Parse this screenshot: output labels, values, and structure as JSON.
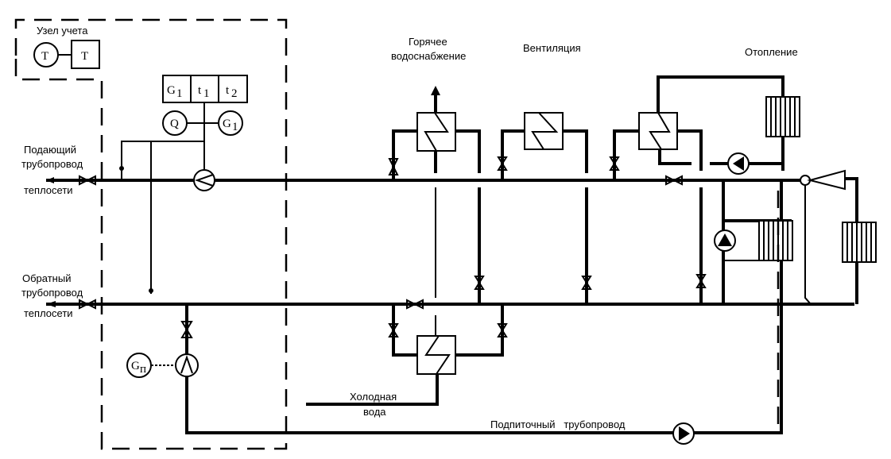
{
  "metering_unit": {
    "title": "Узел учета",
    "sensor_circle": "T",
    "sensor_box": "T"
  },
  "meter_panel": [
    "G",
    "t",
    "t"
  ],
  "meter_panel_subscripts": [
    "1",
    "1",
    "2"
  ],
  "heat_meter_circle": "Q",
  "flow_meter_circle": "G",
  "flow_meter_subscript": "1",
  "makeup_meter": "G",
  "makeup_meter_subscript": "п",
  "labels": {
    "supply_line": [
      "Подающий",
      "трубопровод",
      "теплосети"
    ],
    "return_line": [
      "Обратный",
      "трубопровод",
      "теплосети"
    ],
    "hot_water": [
      "Горячее",
      "водоснабжение"
    ],
    "ventilation": "Вентиляция",
    "heating": "Отопление",
    "cold_water": [
      "Холодная",
      "вода"
    ],
    "makeup_line": "Подпиточный   трубопровод"
  }
}
